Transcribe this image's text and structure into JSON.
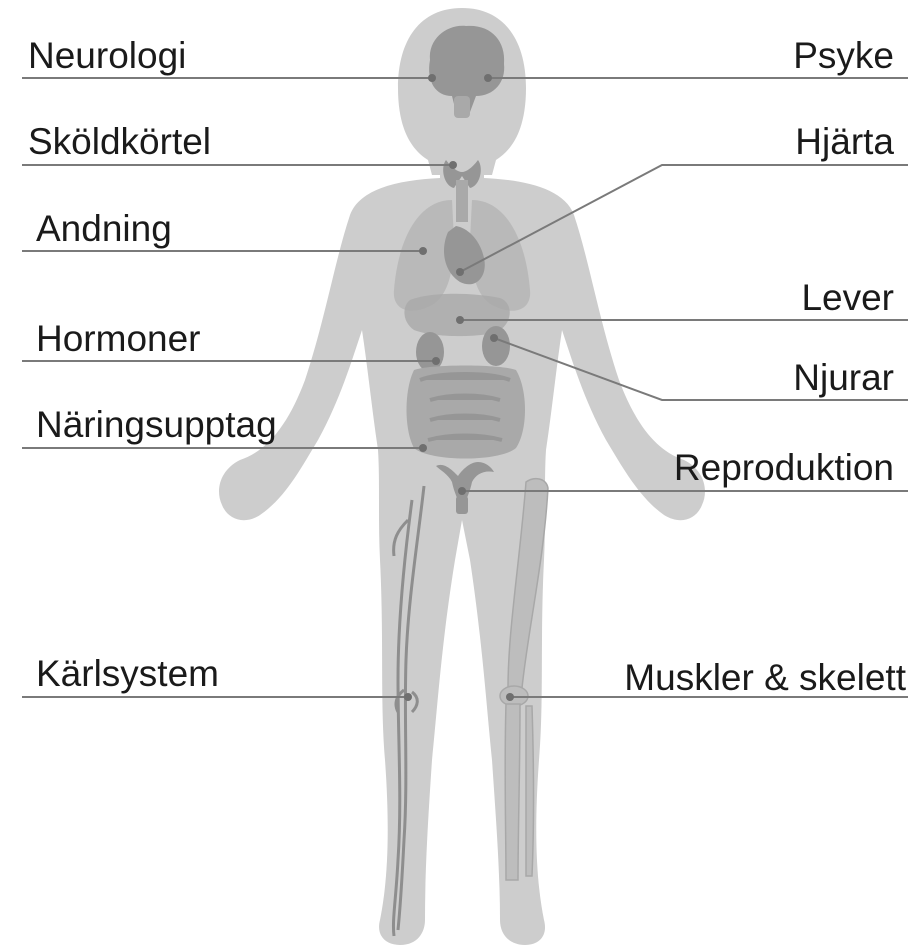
{
  "labels": {
    "neurologi": "Neurologi",
    "psyke": "Psyke",
    "skoldkortel": "Sköldkörtel",
    "hjarta": "Hjärta",
    "andning": "Andning",
    "lever": "Lever",
    "hormoner": "Hormoner",
    "njurar": "Njurar",
    "naringsupptag": "Näringsupptag",
    "reproduktion": "Reproduktion",
    "karlsystem": "Kärlsystem",
    "muskler": "Muskler & skelett"
  },
  "colors": {
    "body": "#cdcdcd",
    "organs": "#a9a9a9",
    "lines": "#7a7a7a",
    "text": "#1a1a1a"
  }
}
